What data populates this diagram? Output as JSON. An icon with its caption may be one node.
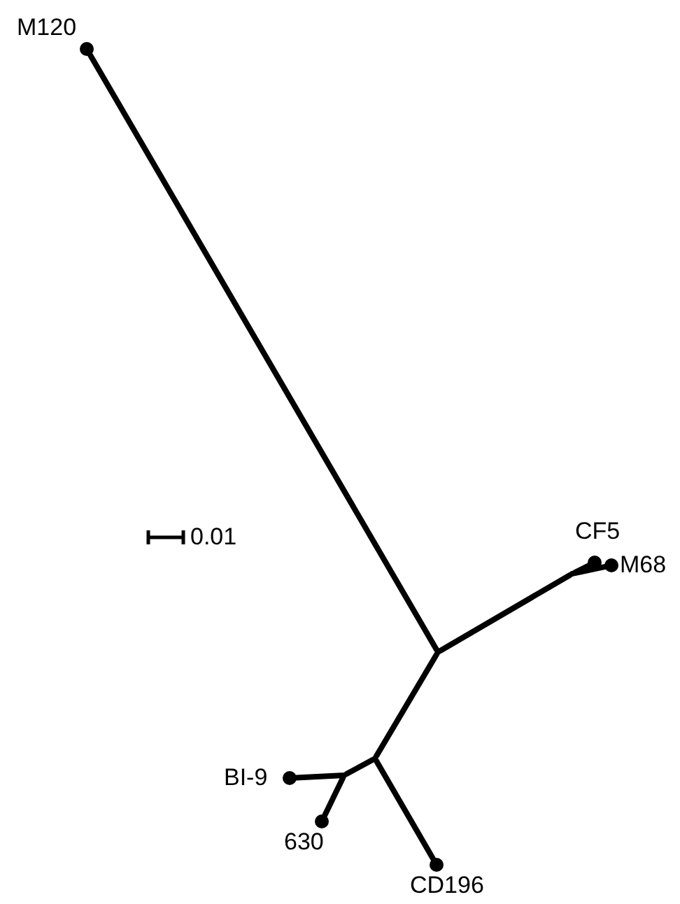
{
  "diagram": {
    "nodes": [
      {
        "text": [],
        "shape": "circle",
        "beside": [
          "M120"
        ]
      },
      {
        "text": [],
        "shape": "circle",
        "beside": [
          "CF5"
        ]
      },
      {
        "text": [],
        "shape": "circle",
        "beside": [
          "M68"
        ]
      },
      {
        "text": [],
        "shape": "circle",
        "beside": [
          "BI-9"
        ]
      },
      {
        "text": [],
        "shape": "circle",
        "beside": [
          "630"
        ]
      },
      {
        "text": [],
        "shape": "circle",
        "beside": [
          "CD196"
        ]
      },
      {
        "text": [],
        "shape": "point"
      },
      {
        "text": [],
        "shape": "point"
      },
      {
        "text": [],
        "shape": "point"
      },
      {
        "text": [],
        "shape": "point"
      }
    ],
    "edges": [
      {
        "from": 6,
        "to": 0,
        "arrow": "none"
      },
      {
        "from": 6,
        "to": 7,
        "arrow": "none"
      },
      {
        "from": 7,
        "to": 1,
        "arrow": "none"
      },
      {
        "from": 7,
        "to": 2,
        "arrow": "none"
      },
      {
        "from": 6,
        "to": 8,
        "arrow": "none"
      },
      {
        "from": 8,
        "to": 9,
        "arrow": "none"
      },
      {
        "from": 9,
        "to": 3,
        "arrow": "none"
      },
      {
        "from": 9,
        "to": 4,
        "arrow": "none"
      },
      {
        "from": 8,
        "to": 5,
        "arrow": "none"
      }
    ],
    "labels": [
      "0.01"
    ]
  }
}
